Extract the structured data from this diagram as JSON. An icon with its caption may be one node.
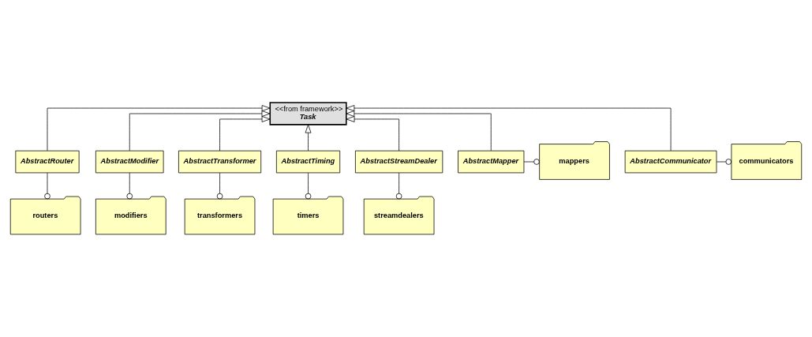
{
  "diagram": {
    "nodes": [
      {
        "text": [
          "<<from framework>>",
          "Task"
        ]
      },
      {
        "text": [
          "AbstractRouter"
        ]
      },
      {
        "text": [
          "AbstractModifier"
        ]
      },
      {
        "text": [
          "AbstractTransformer"
        ]
      },
      {
        "text": [
          "AbstractTiming"
        ]
      },
      {
        "text": [
          "AbstractStreamDealer"
        ]
      },
      {
        "text": [
          "routers"
        ]
      },
      {
        "text": [
          "modifiers"
        ]
      },
      {
        "text": [
          "transformers"
        ]
      },
      {
        "text": [
          "timers"
        ]
      },
      {
        "text": [
          "streamdealers"
        ]
      },
      {
        "text": [
          "AbstractMapper"
        ]
      },
      {
        "text": [
          "mappers"
        ]
      },
      {
        "text": [
          "communicators"
        ]
      },
      {
        "text": [
          "AbstractCommunicator"
        ]
      }
    ],
    "edges": [
      {
        "from": 1,
        "to": 0,
        "arrow": "to"
      },
      {
        "from": 2,
        "to": 0,
        "arrow": "to"
      },
      {
        "from": 3,
        "to": 0,
        "arrow": "to"
      },
      {
        "from": 4,
        "to": 0,
        "arrow": "to"
      },
      {
        "from": 5,
        "to": 0,
        "arrow": "to"
      },
      {
        "from": 11,
        "to": 0,
        "arrow": "to"
      },
      {
        "from": 14,
        "to": 0,
        "arrow": "to"
      },
      {
        "from": 1,
        "to": 6,
        "arrow": "other"
      },
      {
        "from": 2,
        "to": 7,
        "arrow": "other"
      },
      {
        "from": 3,
        "to": 8,
        "arrow": "other"
      },
      {
        "from": 4,
        "to": 9,
        "arrow": "other"
      },
      {
        "from": 5,
        "to": 10,
        "arrow": "other"
      },
      {
        "from": 11,
        "to": 12,
        "arrow": "other"
      },
      {
        "from": 14,
        "to": 13,
        "arrow": "other"
      }
    ]
  }
}
